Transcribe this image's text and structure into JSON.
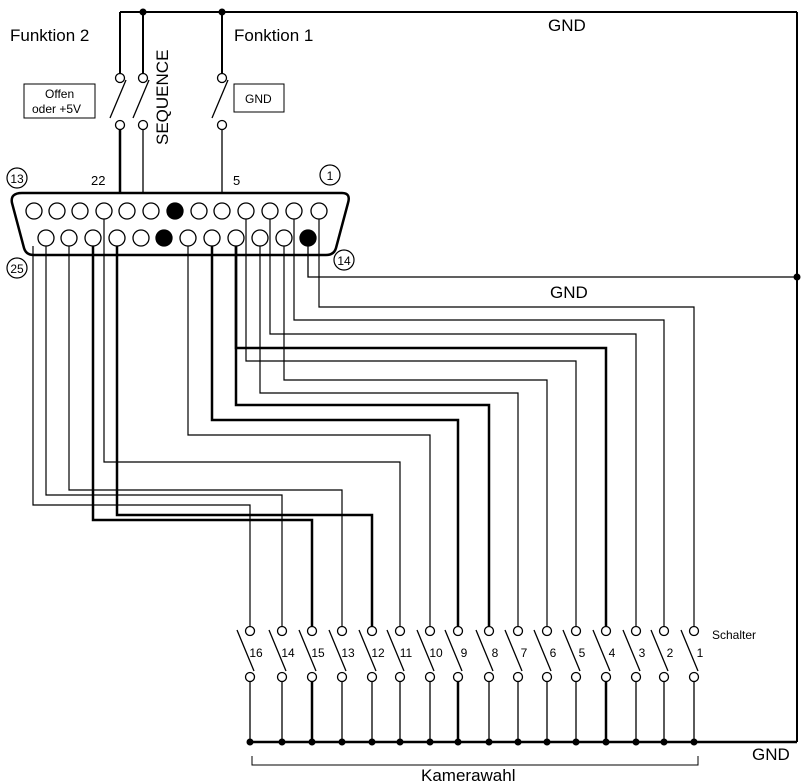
{
  "labels": {
    "gnd_top": "GND",
    "funktion2": "Funktion 2",
    "fonktion1": "Fonktion 1",
    "sequence": "SEQUENCE",
    "offen_line1": "Offen",
    "offen_line2": "oder +5V",
    "gnd_box": "GND",
    "pin13": "13",
    "pin1": "1",
    "pin25": "25",
    "pin14": "14",
    "pin22_label": "22",
    "pin5_label": "5",
    "gnd_mid": "GND",
    "schalter": "Schalter",
    "gnd_bottom": "GND",
    "kamerawahl": "Kamerawahl"
  },
  "switch_numbers": [
    "16",
    "14",
    "15",
    "13",
    "12",
    "11",
    "10",
    "9",
    "8",
    "7",
    "6",
    "5",
    "4",
    "3",
    "2",
    "1"
  ]
}
